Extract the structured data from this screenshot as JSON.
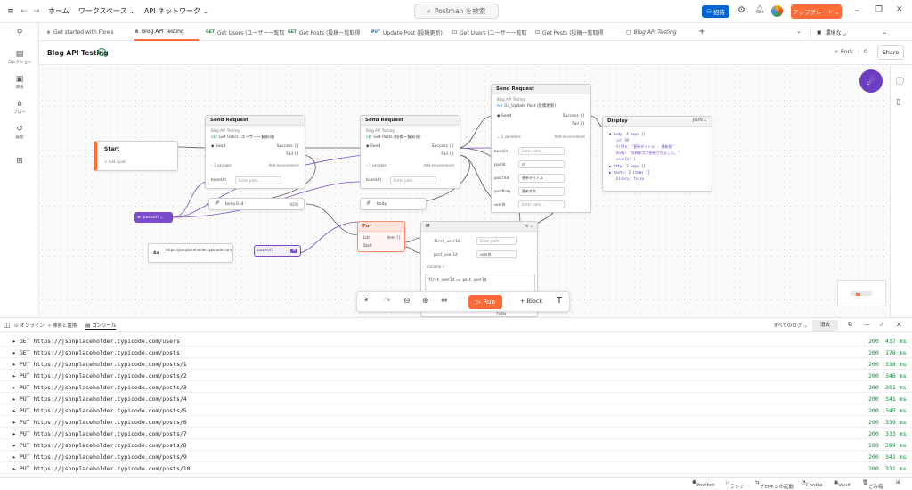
{
  "topbar": {
    "nav": [
      "ホーム",
      "ワークスペース ⌄",
      "API ネットワーク ⌄"
    ],
    "search_placeholder": "Postman を検索",
    "invite": "招待",
    "upgrade": "アップグレード ⌄"
  },
  "sidebar": {
    "items": [
      "コレクション",
      "環境",
      "フロー",
      "履歴"
    ]
  },
  "tabs": [
    {
      "method": "",
      "label": "Get started with Flows"
    },
    {
      "method": "",
      "label": "Blog API Testing"
    },
    {
      "method": "GET",
      "label": "Get Users (ユーザー一覧取"
    },
    {
      "method": "GET",
      "label": "Get Posts (投稿一覧取得"
    },
    {
      "method": "PUT",
      "label": "Update Post (投稿更新)"
    },
    {
      "method": "",
      "label": "Get Users (ユーザー一覧取"
    },
    {
      "method": "",
      "label": "Get Posts (投稿一覧取得"
    },
    {
      "method": "",
      "label": "Blog API Testing"
    }
  ],
  "environment": "環境なし",
  "header": {
    "title": "Blog API Testing",
    "fork": "Fork",
    "fork_count": "0",
    "share": "Share"
  },
  "blocks": {
    "start": {
      "title": "Start",
      "add_input": "+ Add input"
    },
    "send1": {
      "title": "Send Request",
      "collection": "Blog API Testing",
      "method": "GET",
      "request": "Get Users (ユーザー一覧取得)",
      "send": "Send",
      "success": "Success {}",
      "fail": "Fail {}",
      "vars": "1 variable",
      "add_env": "Add environment",
      "var_name": "baseUrl",
      "placeholder": "Enter path..."
    },
    "send2": {
      "title": "Send Request",
      "collection": "Blog API Testing",
      "method": "GET",
      "request": "Get Posts (投稿一覧取得)",
      "send": "Send",
      "success": "Success {}",
      "fail": "Fail {}",
      "vars": "1 variable",
      "add_env": "Add environment",
      "var_name": "baseUrl",
      "placeholder": "Enter path..."
    },
    "send3": {
      "title": "Send Request",
      "collection": "Blog API Testing",
      "method": "PUT",
      "request": "03_Update Post (投稿更新)",
      "send": "Send",
      "success": "Success {}",
      "fail": "Fail {}",
      "vars": "5 variables",
      "add_env": "Add environment",
      "fields": [
        {
          "name": "baseUrl",
          "value": "Enter path..."
        },
        {
          "name": "postId",
          "value": "id"
        },
        {
          "name": "postTitle",
          "value": "更新タイトル"
        },
        {
          "name": "postBody",
          "value": "更新本文"
        },
        {
          "name": "userId",
          "value": "Enter path..."
        }
      ]
    },
    "display": {
      "title": "Display",
      "format": "JSON ⌄",
      "lines": [
        "▼ body: 4 keys {}",
        "id: 99",
        "title: \"更新タイトル - 更新版\"",
        "body: \"投稿本文が更新されました。\"",
        "userId: 1",
        "▶ http: 2 keys {}",
        "▶ tests: 2 items []",
        "binary: false"
      ]
    },
    "for": {
      "title": "For",
      "list": "List",
      "item": "Item {}",
      "start": "Start"
    },
    "if": {
      "title": "If",
      "condition": "first_userId == post_userId",
      "field1": "first_userId",
      "field2": "post_userId",
      "placeholder": "Enter path...",
      "field2_value": "userId",
      "variable": "variable",
      "then": "THEN"
    },
    "body_select": {
      "label": "body.0.id",
      "value": "NEW"
    },
    "body_select2": {
      "label": "body"
    },
    "baseurl_var": "baseUrl ⌄",
    "text_block": {
      "value": "https://jsonplaceholder.typicode.com",
      "tag": "Aa"
    },
    "baseurl_out": "baseUrl"
  },
  "toolbar": {
    "run": "Run",
    "block": "Block"
  },
  "console": {
    "tabs": [
      "オンライン",
      "検索と置換",
      "コンソール"
    ],
    "log_filter": "すべてのログ ⌄",
    "clear": "消去",
    "rows": [
      {
        "method": "GET",
        "url": "https://jsonplaceholder.typicode.com/users",
        "status": "200",
        "time": "417 ms"
      },
      {
        "method": "GET",
        "url": "https://jsonplaceholder.typicode.com/posts",
        "status": "200",
        "time": "178 ms"
      },
      {
        "method": "PUT",
        "url": "https://jsonplaceholder.typicode.com/posts/1",
        "status": "200",
        "time": "338 ms"
      },
      {
        "method": "PUT",
        "url": "https://jsonplaceholder.typicode.com/posts/2",
        "status": "200",
        "time": "346 ms"
      },
      {
        "method": "PUT",
        "url": "https://jsonplaceholder.typicode.com/posts/3",
        "status": "200",
        "time": "351 ms"
      },
      {
        "method": "PUT",
        "url": "https://jsonplaceholder.typicode.com/posts/4",
        "status": "200",
        "time": "341 ms"
      },
      {
        "method": "PUT",
        "url": "https://jsonplaceholder.typicode.com/posts/5",
        "status": "200",
        "time": "345 ms"
      },
      {
        "method": "PUT",
        "url": "https://jsonplaceholder.typicode.com/posts/6",
        "status": "200",
        "time": "339 ms"
      },
      {
        "method": "PUT",
        "url": "https://jsonplaceholder.typicode.com/posts/7",
        "status": "200",
        "time": "333 ms"
      },
      {
        "method": "PUT",
        "url": "https://jsonplaceholder.typicode.com/posts/8",
        "status": "200",
        "time": "399 ms"
      },
      {
        "method": "PUT",
        "url": "https://jsonplaceholder.typicode.com/posts/9",
        "status": "200",
        "time": "341 ms"
      },
      {
        "method": "PUT",
        "url": "https://jsonplaceholder.typicode.com/posts/10",
        "status": "200",
        "time": "331 ms"
      }
    ]
  },
  "statusbar": [
    "Postbot",
    "ランナー",
    "プロキシの起動",
    "Cookie",
    "Vault",
    "ごみ箱"
  ],
  "colors": {
    "accent": "#ff6c37",
    "primary": "#0265d2",
    "flow_purple": "#7a4cc7",
    "success_green": "#0f8a3c"
  }
}
